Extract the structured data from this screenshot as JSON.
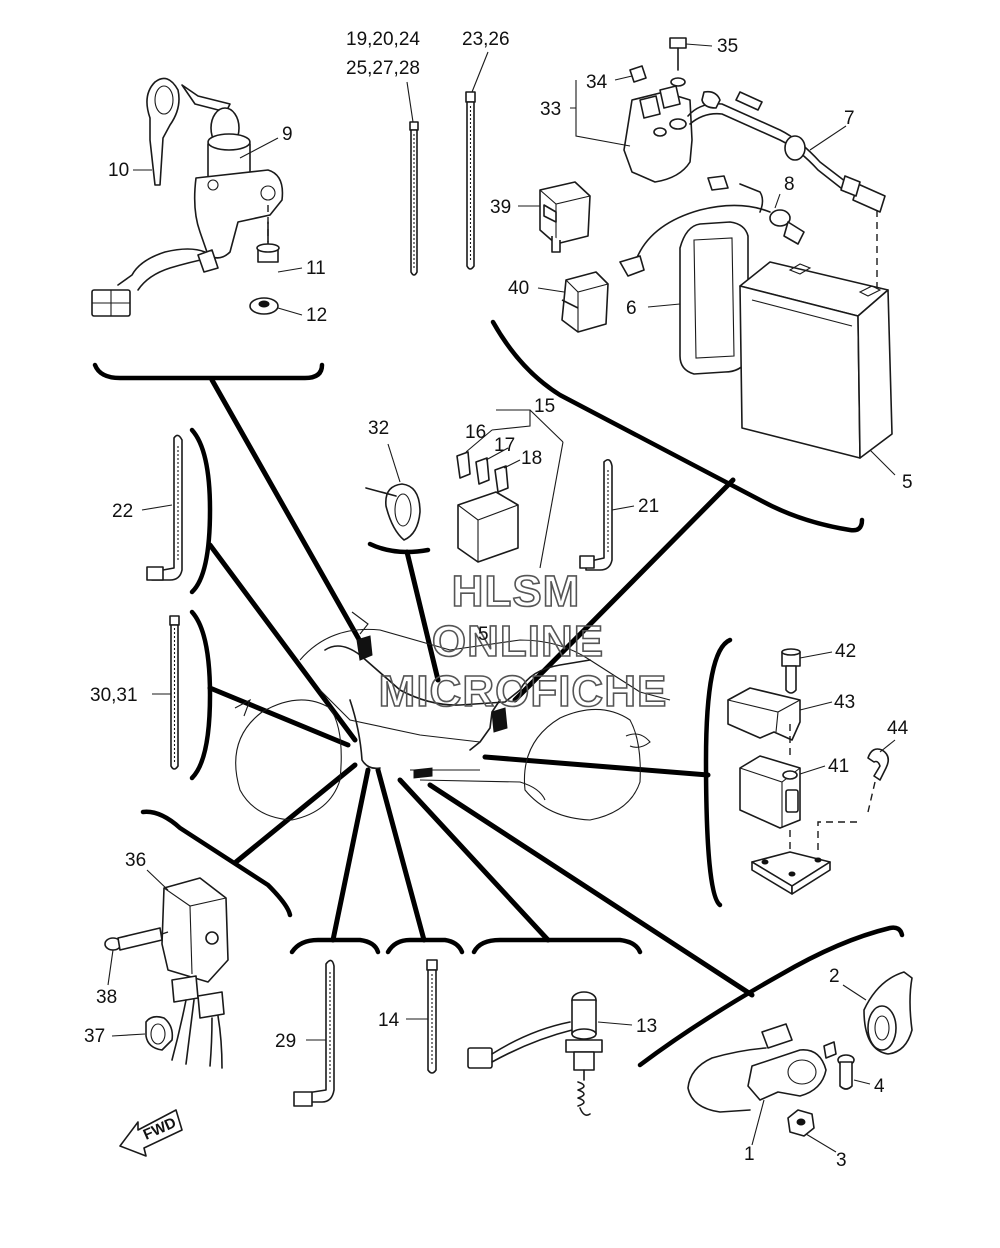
{
  "watermark": {
    "line1": "HLSM",
    "line2": "ONLINE",
    "line3": "MICROFICHE"
  },
  "direction": {
    "label": "FWD"
  },
  "labels": {
    "p1": "1",
    "p2": "2",
    "p3": "3",
    "p4": "4",
    "p5": "5",
    "p6": "6",
    "p7": "7",
    "p8": "8",
    "p9": "9",
    "p10": "10",
    "p11": "11",
    "p12": "12",
    "p13": "13",
    "p14": "14",
    "p15": "15",
    "p16": "16",
    "p17": "17",
    "p18": "18",
    "p19_20_24": "19,20,24",
    "p25_27_28": "25,27,28",
    "p21": "21",
    "p22": "22",
    "p23_26": "23,26",
    "p29": "29",
    "p30_31": "30,31",
    "p32": "32",
    "p33": "33",
    "p34": "34",
    "p35": "35",
    "p36": "36",
    "p37": "37",
    "p38": "38",
    "p39": "39",
    "p40": "40",
    "p41": "41",
    "p42": "42",
    "p43": "43",
    "p44": "44",
    "center5": "5"
  }
}
